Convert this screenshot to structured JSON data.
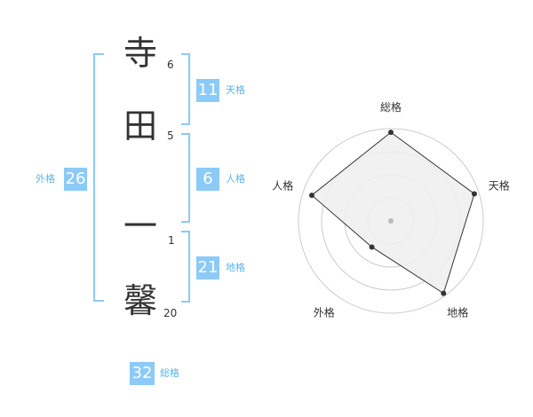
{
  "name": {
    "chars": [
      {
        "char": "寺",
        "strokes": "6"
      },
      {
        "char": "田",
        "strokes": "5"
      },
      {
        "char": "一",
        "strokes": "1"
      },
      {
        "char": "馨",
        "strokes": "20"
      }
    ]
  },
  "fortune": {
    "ten": {
      "value": "11",
      "label": "天格"
    },
    "jin": {
      "value": "6",
      "label": "人格"
    },
    "chi": {
      "value": "21",
      "label": "地格"
    },
    "gai": {
      "value": "26",
      "label": "外格"
    },
    "so": {
      "value": "32",
      "label": "総格"
    }
  },
  "chart_data": {
    "type": "radar",
    "axes": [
      "総格",
      "天格",
      "地格",
      "外格",
      "人格"
    ],
    "values": [
      0.96,
      0.95,
      0.97,
      0.35,
      0.9
    ],
    "rings": 4,
    "colors": {
      "fill": "#efefef",
      "line": "#333333",
      "ring": "#cccccc",
      "center": "#bbbbbb"
    }
  }
}
